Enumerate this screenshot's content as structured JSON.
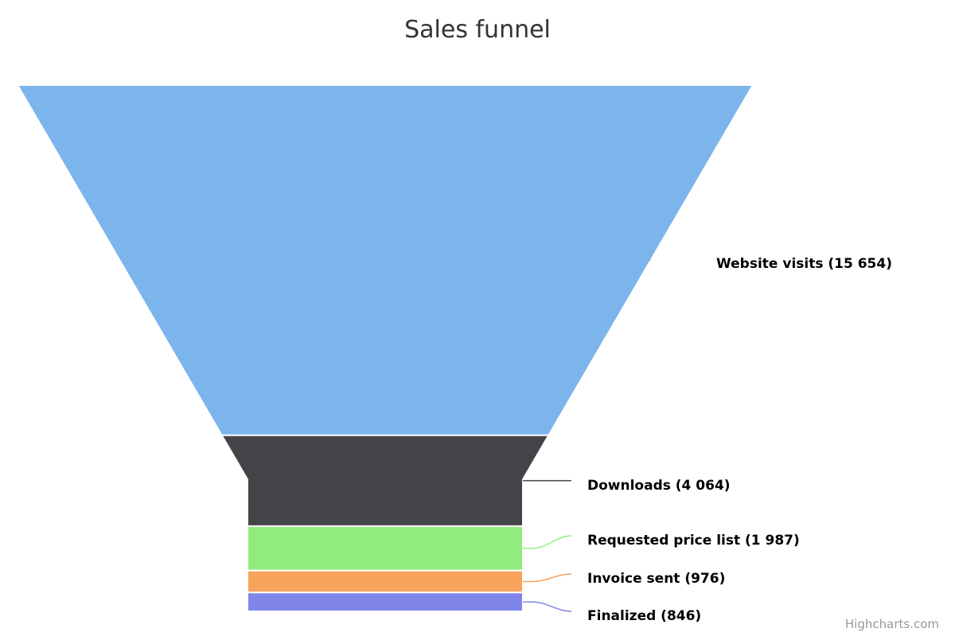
{
  "chart_data": {
    "type": "funnel",
    "title": "Sales funnel",
    "credits": "Highcharts.com",
    "series": [
      {
        "name": "Website visits",
        "value": 15654,
        "label": "Website visits (15 654)",
        "color": "#7cb5ec"
      },
      {
        "name": "Downloads",
        "value": 4064,
        "label": "Downloads (4 064)",
        "color": "#434348"
      },
      {
        "name": "Requested price list",
        "value": 1987,
        "label": "Requested price list (1 987)",
        "color": "#90ed7d"
      },
      {
        "name": "Invoice sent",
        "value": 976,
        "label": "Invoice sent (976)",
        "color": "#f7a35c"
      },
      {
        "name": "Finalized",
        "value": 846,
        "label": "Finalized (846)",
        "color": "#8085e9"
      }
    ]
  }
}
